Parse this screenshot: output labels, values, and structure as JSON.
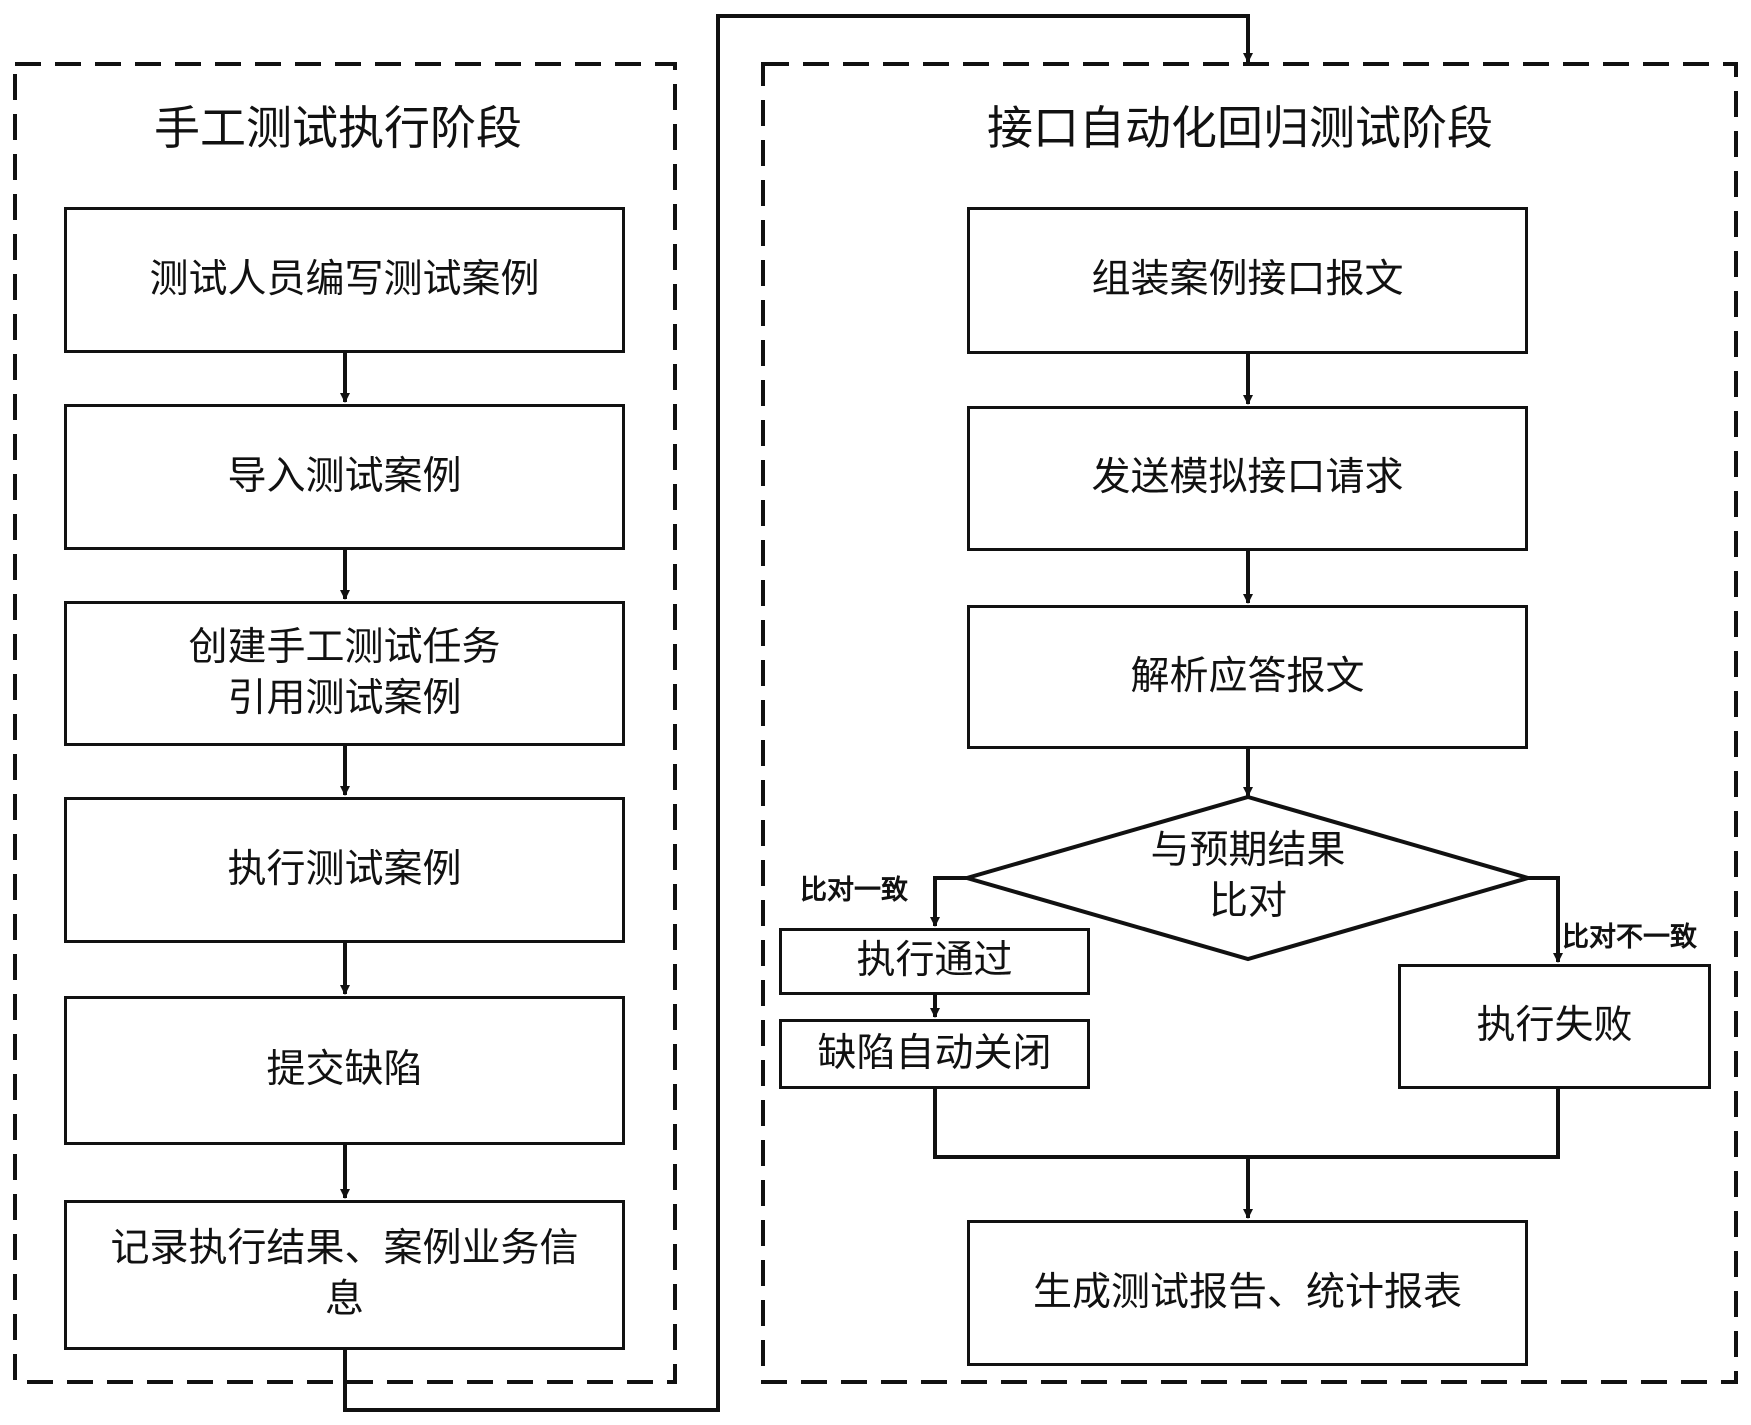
{
  "manual_stage": {
    "title": "手工测试执行阶段",
    "steps": [
      {
        "lines": [
          "测试人员编写测试案例"
        ]
      },
      {
        "lines": [
          "导入测试案例"
        ]
      },
      {
        "lines": [
          "创建手工测试任务",
          "引用测试案例"
        ]
      },
      {
        "lines": [
          "执行测试案例"
        ]
      },
      {
        "lines": [
          "提交缺陷"
        ]
      },
      {
        "lines": [
          "记录执行结果、案例业务信",
          "息"
        ]
      }
    ]
  },
  "auto_stage": {
    "title": "接口自动化回归测试阶段",
    "steps": [
      {
        "lines": [
          "组装案例接口报文"
        ]
      },
      {
        "lines": [
          "发送模拟接口请求"
        ]
      },
      {
        "lines": [
          "解析应答报文"
        ]
      }
    ],
    "decision": {
      "lines": [
        "与预期结果",
        "比对"
      ]
    },
    "label_match": "比对一致",
    "label_mismatch": "比对不一致",
    "pass": "执行通过",
    "defect_close": "缺陷自动关闭",
    "fail": "执行失败",
    "report": "生成测试报告、统计报表"
  }
}
